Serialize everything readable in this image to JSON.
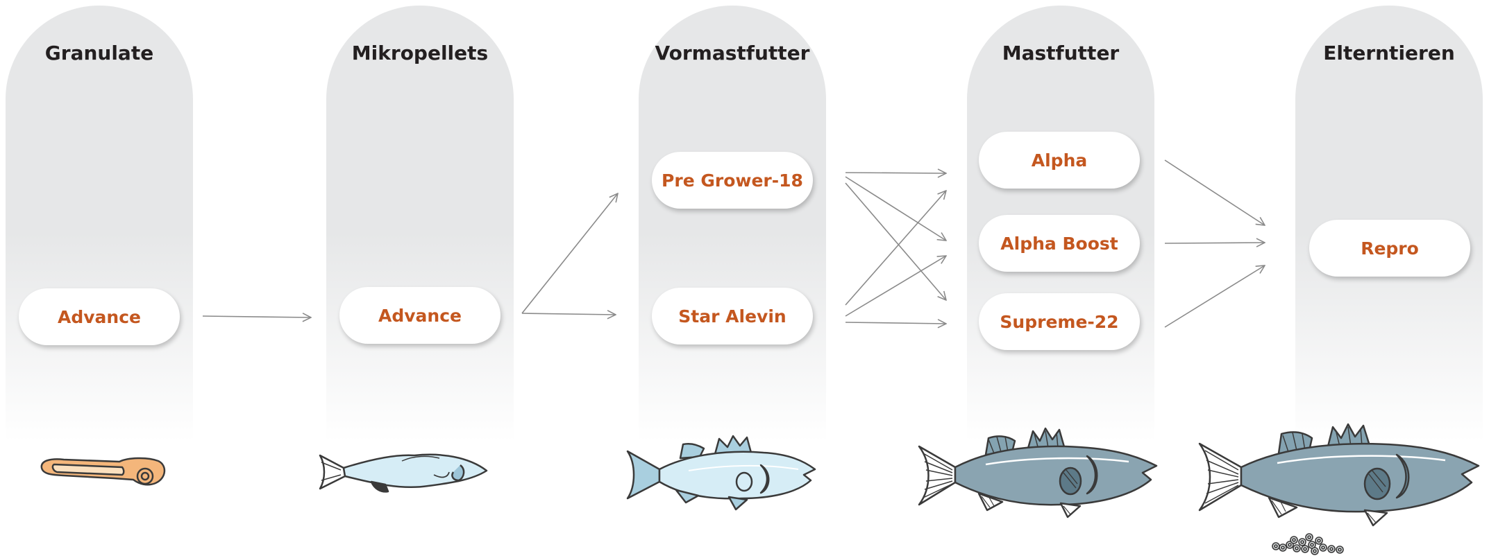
{
  "stages": [
    {
      "title": "Granulate",
      "products": [
        "Advance"
      ]
    },
    {
      "title": "Mikropellets",
      "products": [
        "Advance"
      ]
    },
    {
      "title": "Vormastfutter",
      "products": [
        "Pre Grower-18",
        "Star Alevin"
      ]
    },
    {
      "title": "Mastfutter",
      "products": [
        "Alpha",
        "Alpha Boost",
        "Supreme-22"
      ]
    },
    {
      "title": "Elterntieren",
      "products": [
        "Repro"
      ]
    }
  ],
  "fish_icons": [
    "larva-icon",
    "fry-icon",
    "juvenile-fish-icon",
    "grower-fish-icon",
    "broodstock-fish-icon",
    "eggs-icon"
  ],
  "colors": {
    "product_text": "#c4571f",
    "column_bg": "#e6e7e8",
    "title_text": "#231f20",
    "arrow": "#8a8a8a"
  }
}
